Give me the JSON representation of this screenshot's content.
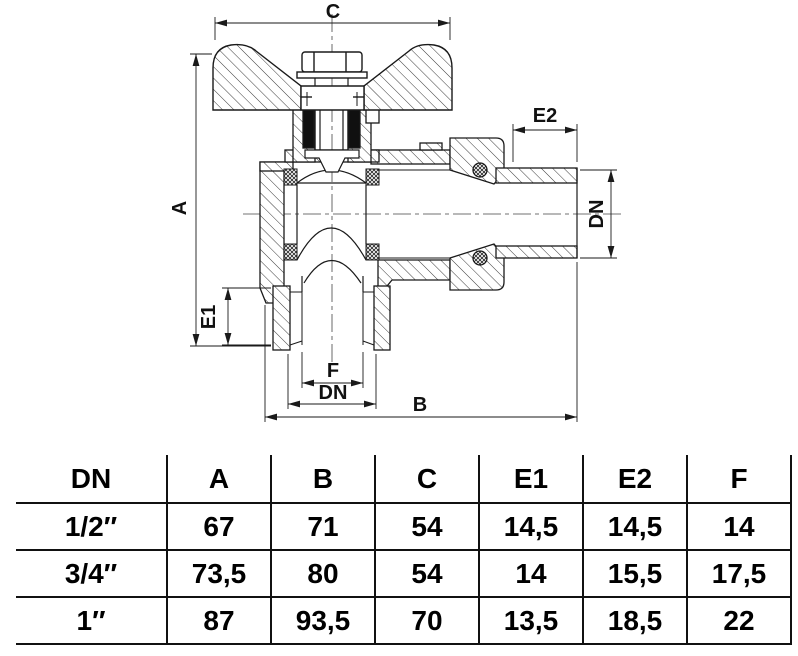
{
  "drawing": {
    "labels": {
      "a": "A",
      "b": "B",
      "c": "C",
      "e1": "E1",
      "e2": "E2",
      "f": "F",
      "dn": "DN"
    }
  },
  "table": {
    "headers": [
      "DN",
      "A",
      "B",
      "C",
      "E1",
      "E2",
      "F"
    ],
    "rows": [
      [
        "1/2″",
        "67",
        "71",
        "54",
        "14,5",
        "14,5",
        "14"
      ],
      [
        "3/4″",
        "73,5",
        "80",
        "54",
        "14",
        "15,5",
        "17,5"
      ],
      [
        "1″",
        "87",
        "93,5",
        "70",
        "13,5",
        "18,5",
        "22"
      ]
    ]
  },
  "colors": {
    "line": "#1a1a1a",
    "background": "#ffffff",
    "text": "#000000"
  }
}
